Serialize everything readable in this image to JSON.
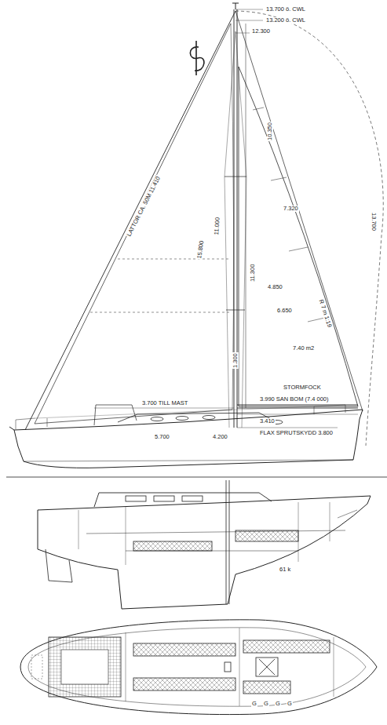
{
  "diagram": {
    "labels": [
      "13.700 ö. CWL",
      "13.200 ö. CWL",
      "12.300",
      "LATTOR CA. 50M 11.410",
      "15.800",
      "11.000",
      "10.350",
      "11.300",
      "7.320",
      "4.850",
      "6.650",
      "R 7 m 1:19",
      "13.700",
      "7.40 m2",
      "3.700 TILL MAST",
      "5.700",
      "4.200",
      "3.410",
      "3.990 SAN BOM (7.4 000)",
      "STORMFOCK",
      "FLAX SPRUTSKYDD 3.800",
      "1.300",
      "61 k",
      "G",
      "G",
      "G",
      "G"
    ]
  }
}
